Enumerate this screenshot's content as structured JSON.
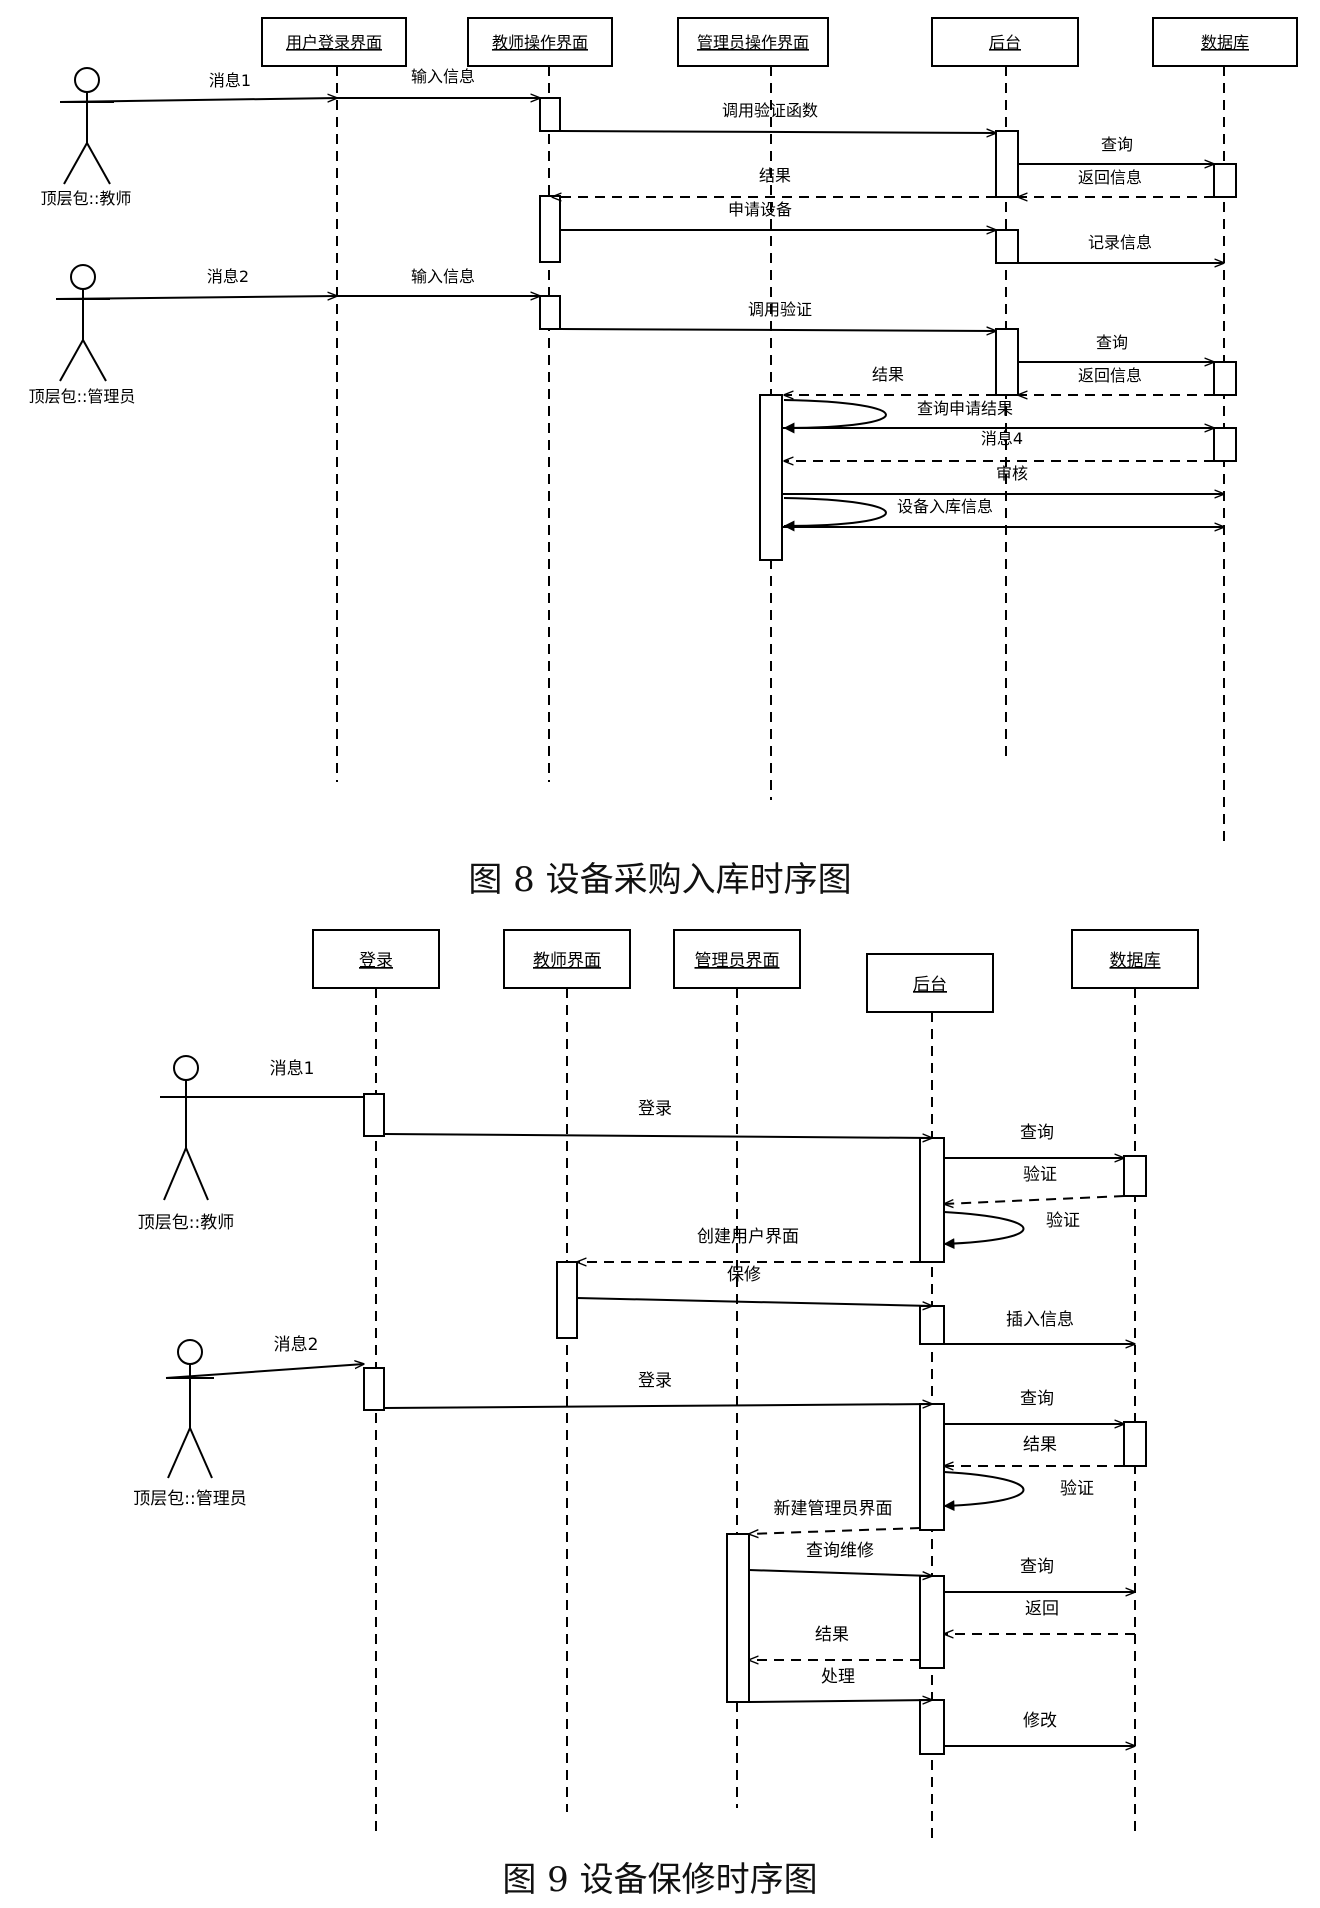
{
  "figure8": {
    "caption": "图 8  设备采购入库时序图",
    "lifelines": {
      "login": "用户登录界面",
      "teacher": "教师操作界面",
      "admin": "管理员操作界面",
      "backend": "后台",
      "db": "数据库"
    },
    "actors": {
      "teacher": "顶层包::教师",
      "admin": "顶层包::管理员"
    },
    "messages": {
      "m1": "消息1",
      "m2": "输入信息",
      "m3": "调用验证函数",
      "m4": "查询",
      "m5": "返回信息",
      "m6": "结果",
      "m7": "申请设备",
      "m8": "记录信息",
      "m9": "消息2",
      "m10": "输入信息",
      "m11": "调用验证",
      "m12": "查询",
      "m13": "返回信息",
      "m14": "结果",
      "m15": "查询申请结果",
      "m16": "消息4",
      "m17": "审核",
      "m18": "设备入库信息"
    }
  },
  "figure9": {
    "caption": "图 9  设备保修时序图",
    "lifelines": {
      "login": "登录",
      "teacher": "教师界面",
      "admin": "管理员界面",
      "backend": "后台",
      "db": "数据库"
    },
    "actors": {
      "teacher": "顶层包::教师",
      "admin": "顶层包::管理员"
    },
    "messages": {
      "m1": "消息1",
      "m2": "登录",
      "m3": "查询",
      "m4": "验证",
      "m5": "验证",
      "m6": "创建用户界面",
      "m7": "保修",
      "m8": "插入信息",
      "m9": "消息2",
      "m10": "登录",
      "m11": "查询",
      "m12": "结果",
      "m13": "验证",
      "m14": "新建管理员界面",
      "m15": "查询维修",
      "m16": "查询",
      "m17": "返回",
      "m18": "结果",
      "m19": "处理",
      "m20": "修改"
    }
  }
}
